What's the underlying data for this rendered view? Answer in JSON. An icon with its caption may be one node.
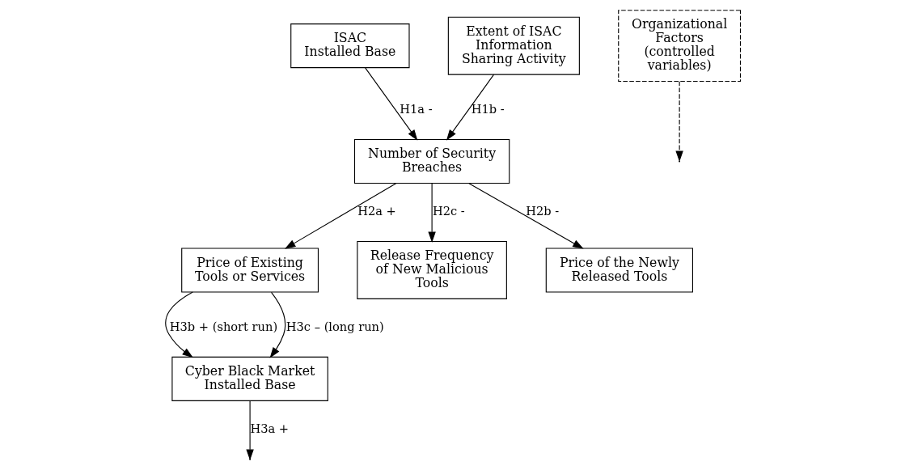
{
  "diagram": {
    "nodes": [
      {
        "text": [
          "Cyber Black Market Installed Base"
        ]
      },
      {
        "text": [
          "ISAC",
          "Installed Base"
        ]
      },
      {
        "text": [
          "Price of Existing Tools or Services"
        ]
      },
      {
        "text": [
          "Number of Security Breaches"
        ]
      },
      {
        "text": [
          "Extent of ISAC Information Sharing Activity"
        ]
      },
      {
        "text": [
          "Release Frequency of New Malicious Tools"
        ]
      },
      {
        "text": [
          "Price of the Newly Released Tools"
        ]
      },
      {
        "text": [
          "Organizational Factors (controlled variables)"
        ]
      }
    ],
    "edges": [
      {
        "from": 2,
        "to": 0,
        "arrow": "to",
        "label": "H3b + (short run)"
      },
      {
        "from": 2,
        "to": 0,
        "arrow": "to",
        "label": "H3c – (long run)"
      },
      {
        "from": 0,
        "to": null,
        "arrow": "to",
        "label": "H3a +"
      },
      {
        "from": 1,
        "to": 3,
        "arrow": "to",
        "label": "H1a -"
      },
      {
        "from": 3,
        "to": 2,
        "arrow": "to",
        "label": "H2a +"
      },
      {
        "from": 4,
        "to": 3,
        "arrow": "to",
        "label": "H1b -"
      },
      {
        "from": 7,
        "to": null,
        "arrow": "to",
        "style": "dashed"
      },
      {
        "from": 3,
        "to": 5,
        "arrow": "to",
        "label": "H2c -"
      },
      {
        "from": 3,
        "to": 6,
        "arrow": "to",
        "label": "H2b -"
      }
    ]
  }
}
